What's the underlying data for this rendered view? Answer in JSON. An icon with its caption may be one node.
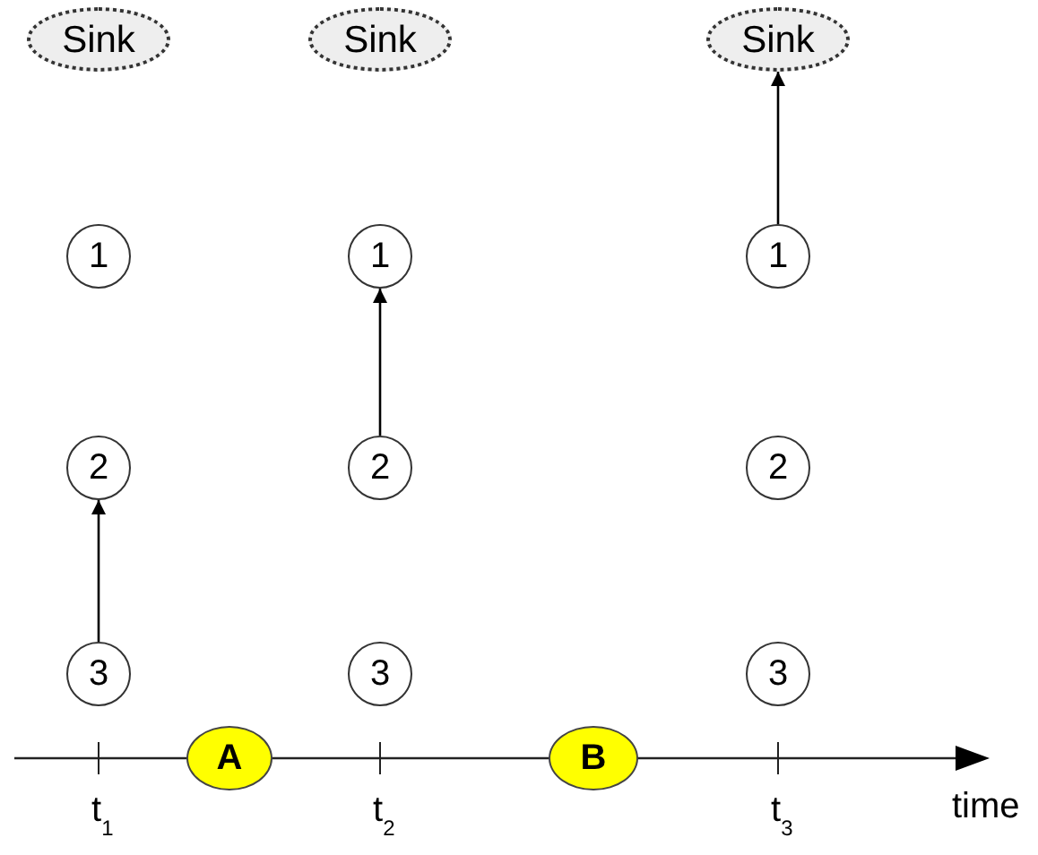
{
  "diagram": {
    "nodes": [
      {
        "text": [
          "Sink"
        ]
      },
      {
        "text": [
          "Sink"
        ]
      },
      {
        "text": [
          "Sink"
        ]
      },
      {
        "text": [
          "1"
        ]
      },
      {
        "text": [
          "1"
        ]
      },
      {
        "text": [
          "1"
        ]
      },
      {
        "text": [
          "2"
        ]
      },
      {
        "text": [
          "2"
        ]
      },
      {
        "text": [
          "2"
        ]
      },
      {
        "text": [
          "3"
        ]
      },
      {
        "text": [
          "3"
        ]
      },
      {
        "text": [
          "3"
        ]
      },
      {
        "text": [
          "A"
        ]
      },
      {
        "text": [
          "B"
        ]
      }
    ],
    "edges": [
      {
        "from": 9,
        "to": 6,
        "arrow": "to"
      },
      {
        "from": 7,
        "to": 4,
        "arrow": "to"
      },
      {
        "from": 5,
        "to": 2,
        "arrow": "to"
      }
    ],
    "labels": [
      "t$_{1}$",
      "t$_{2}$",
      "t$_{3}$",
      "time"
    ]
  }
}
